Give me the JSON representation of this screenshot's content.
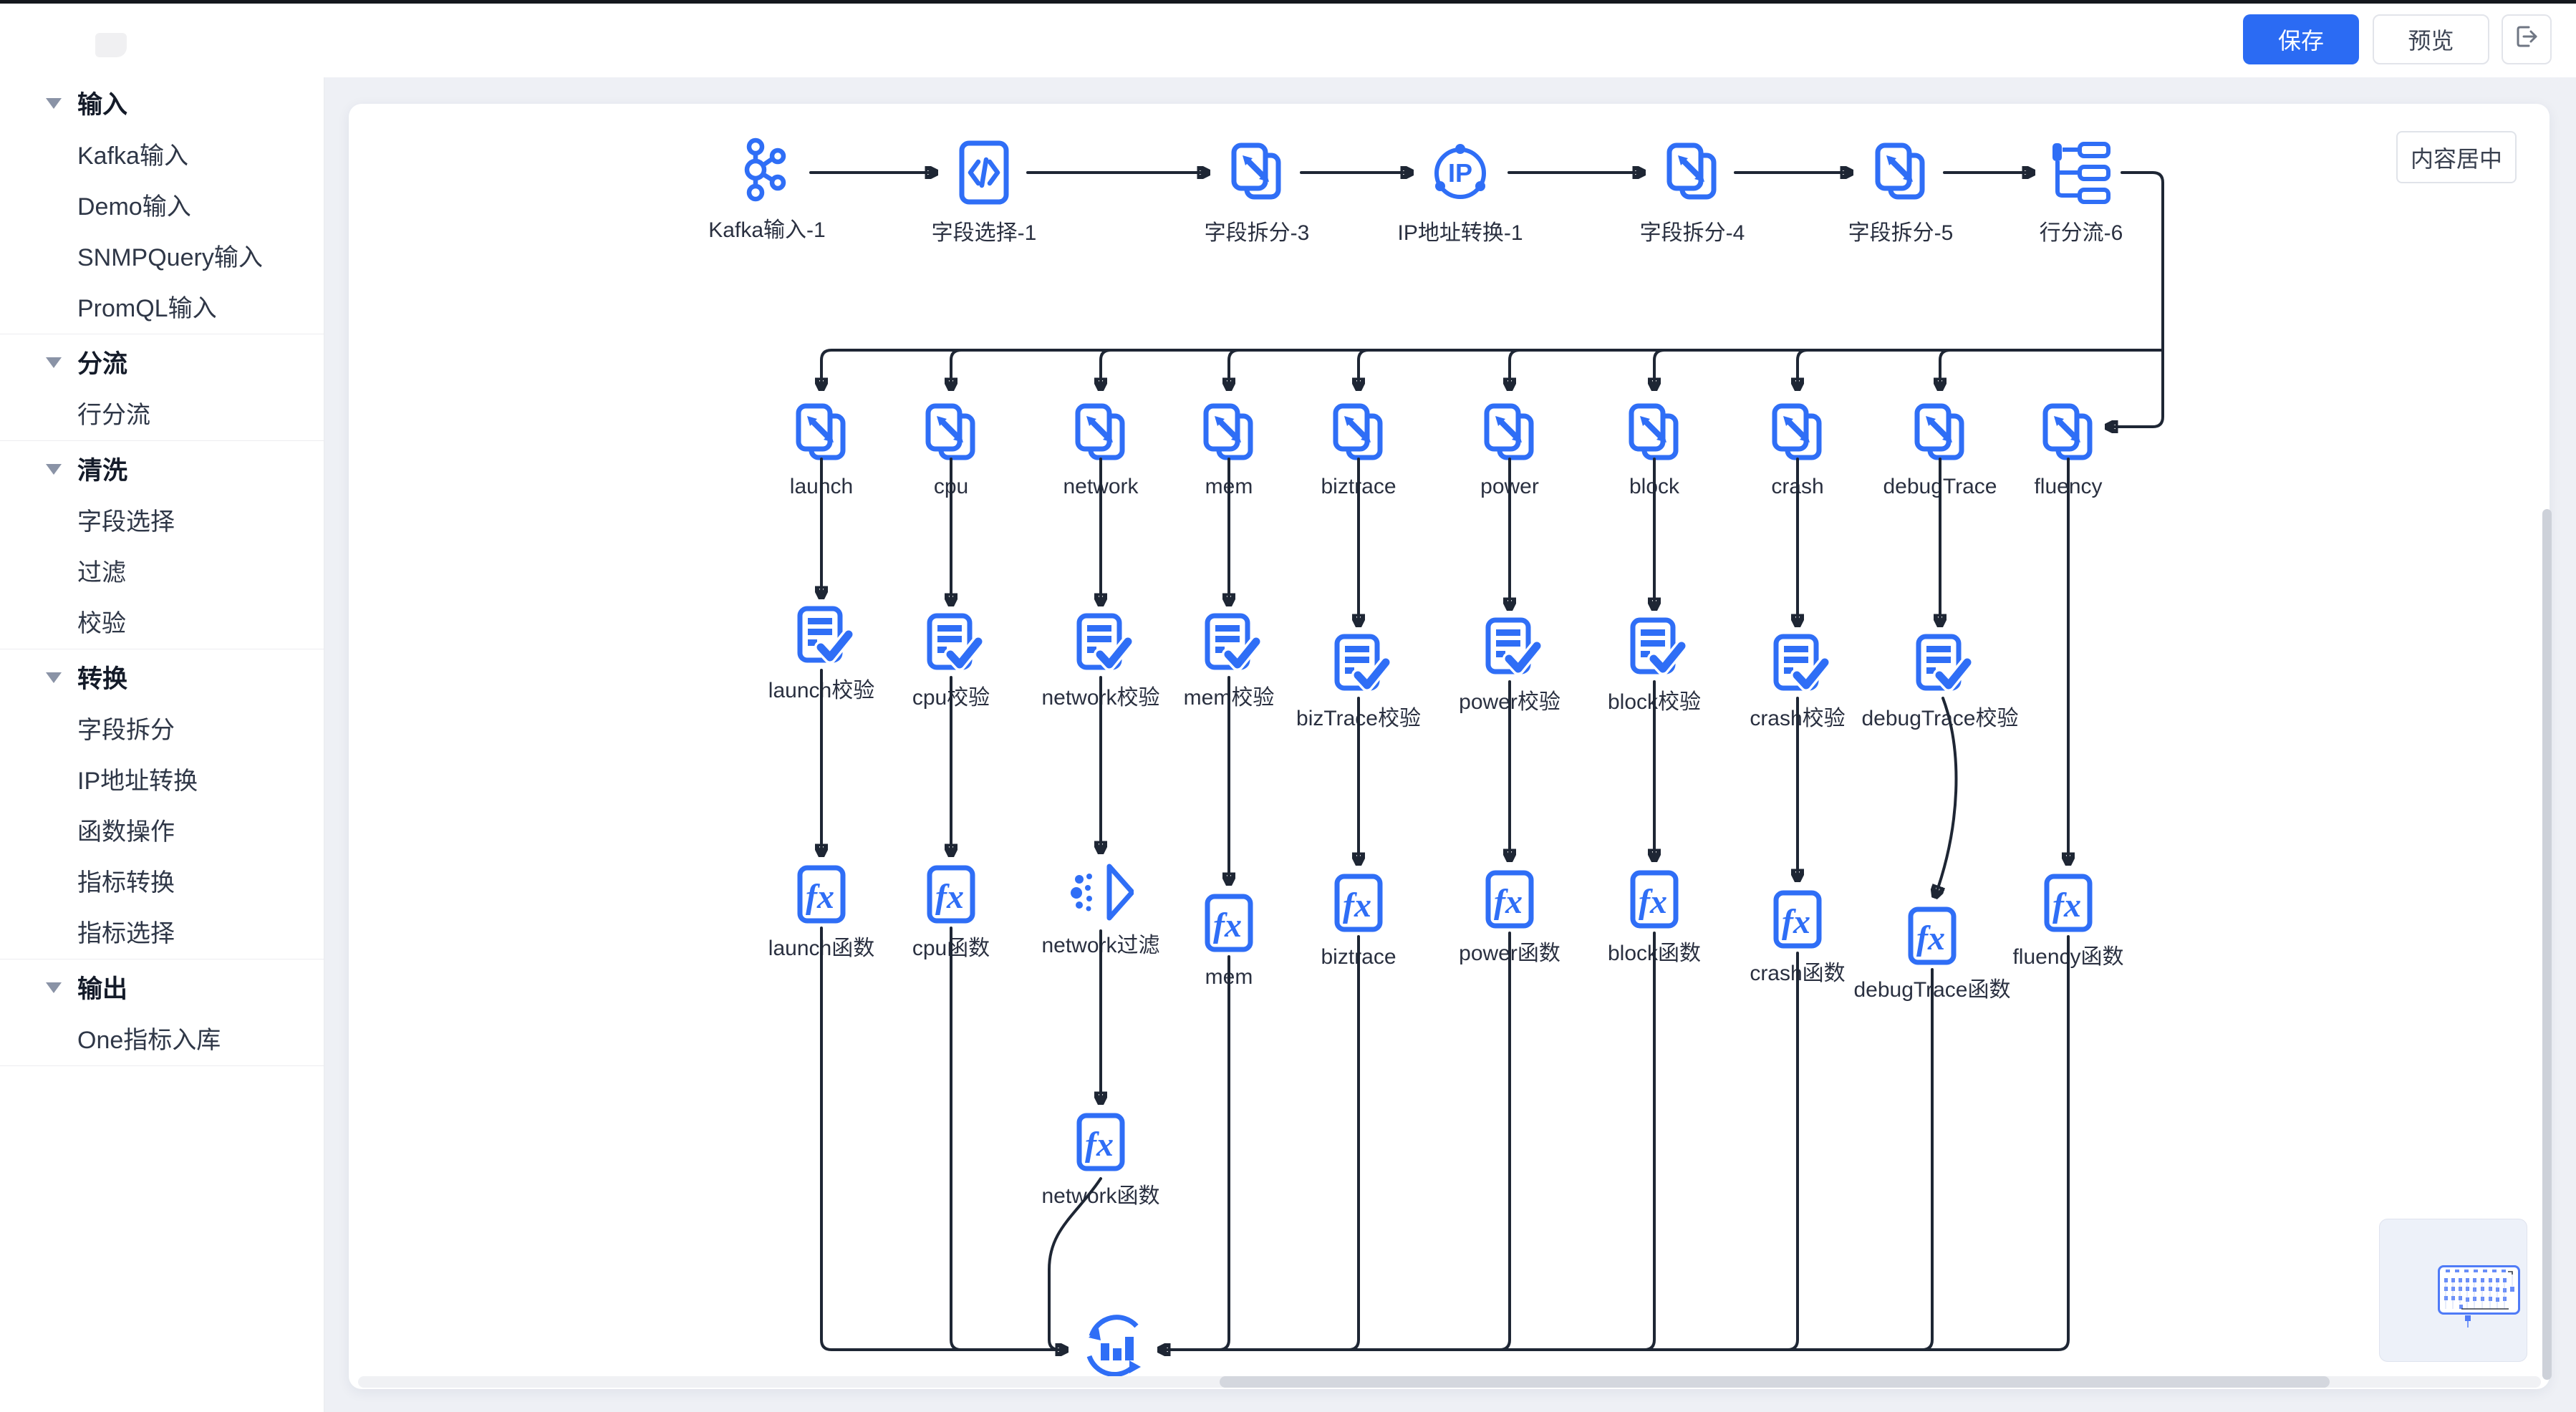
{
  "header": {
    "save_label": "保存",
    "preview_label": "预览"
  },
  "canvas": {
    "center_button_label": "内容居中"
  },
  "sidebar": {
    "groups": [
      {
        "label": "输入",
        "items": [
          "Kafka输入",
          "Demo输入",
          "SNMPQuery输入",
          "PromQL输入"
        ]
      },
      {
        "label": "分流",
        "items": [
          "行分流"
        ]
      },
      {
        "label": "清洗",
        "items": [
          "字段选择",
          "过滤",
          "校验"
        ]
      },
      {
        "label": "转换",
        "items": [
          "字段拆分",
          "IP地址转换",
          "函数操作",
          "指标转换",
          "指标选择"
        ]
      },
      {
        "label": "输出",
        "items": [
          "One指标入库"
        ]
      }
    ]
  },
  "flow": {
    "top_row": [
      "Kafka输入-1",
      "字段选择-1",
      "字段拆分-3",
      "IP地址转换-1",
      "字段拆分-4",
      "字段拆分-5",
      "行分流-6"
    ],
    "split_row": [
      "launch",
      "cpu",
      "network",
      "mem",
      "biztrace",
      "power",
      "block",
      "crash",
      "debugTrace",
      "fluency"
    ],
    "check_row": [
      "launch校验",
      "cpu校验",
      "network校验",
      "mem校验",
      "bizTrace校验",
      "power校验",
      "block校验",
      "crash校验",
      "debugTrace校验"
    ],
    "fn_row": [
      "launch函数",
      "cpu函数",
      "network过滤",
      "mem",
      "biztrace",
      "power函数",
      "block函数",
      "crash函数",
      "debugTrace函数",
      "fluency函数"
    ],
    "extra_fn": "network函数"
  },
  "icons": {
    "kafka": "kafka-icon",
    "code": "field-select-icon",
    "split": "field-split-icon",
    "ip": "ip-convert-icon",
    "rowsplit": "row-split-icon",
    "check": "validate-icon",
    "fx": "function-icon",
    "filter": "filter-icon",
    "chart": "metric-store-icon",
    "export": "export-icon"
  },
  "colors": {
    "accent_blue": "#2b6bf3",
    "node_blue": "#2f6ef6",
    "edge_dark": "#1e2634",
    "canvas_bg": "#eef0f5"
  }
}
